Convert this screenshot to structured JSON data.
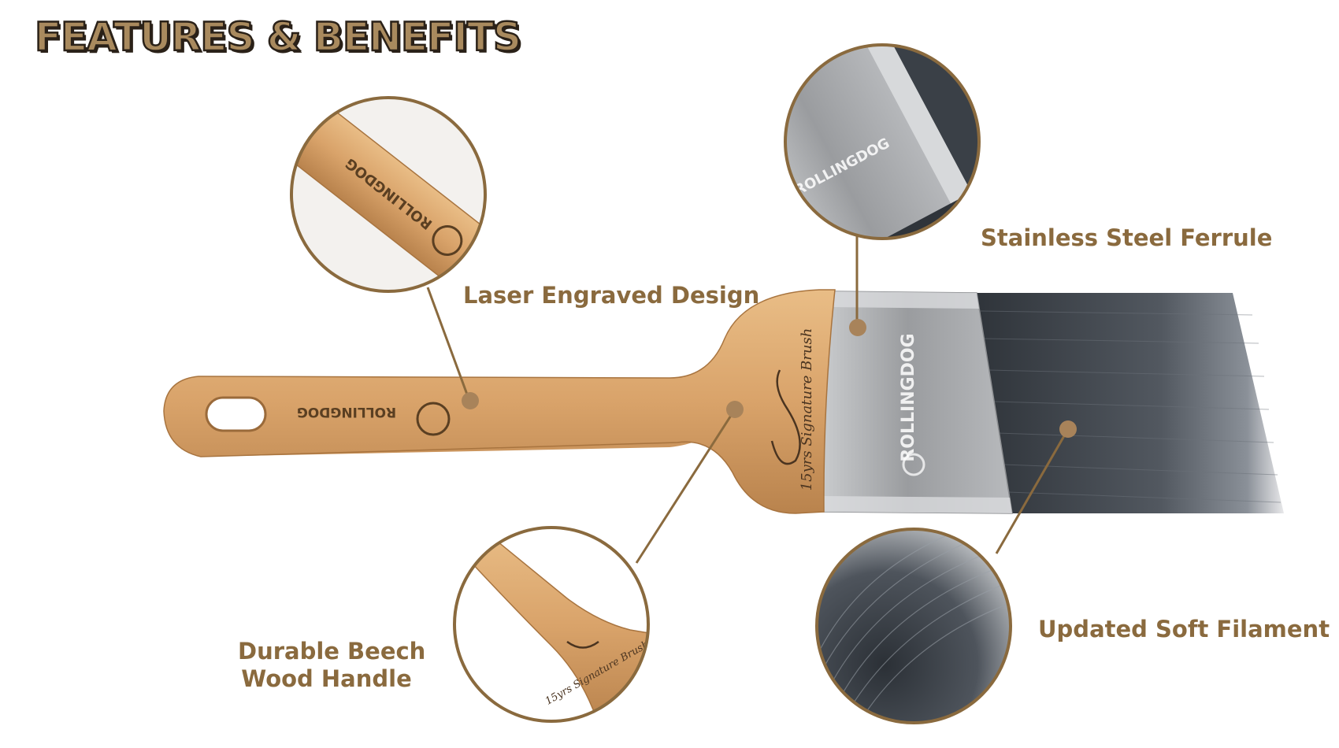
{
  "heading": "FEATURES & BENEFITS",
  "features": {
    "laser": "Laser Engraved Design",
    "ferrule": "Stainless Steel Ferrule",
    "handle_line1": "Durable Beech",
    "handle_line2": "Wood Handle",
    "filament": "Updated Soft Filament"
  },
  "brand": {
    "name": "ROLLINGDOG",
    "series": "15yrs Signature Brush"
  },
  "colors": {
    "accent": "#8a6a3e",
    "wood": "#d9a36a",
    "steel": "#a7a9ac",
    "bristle": "#4a5058"
  }
}
